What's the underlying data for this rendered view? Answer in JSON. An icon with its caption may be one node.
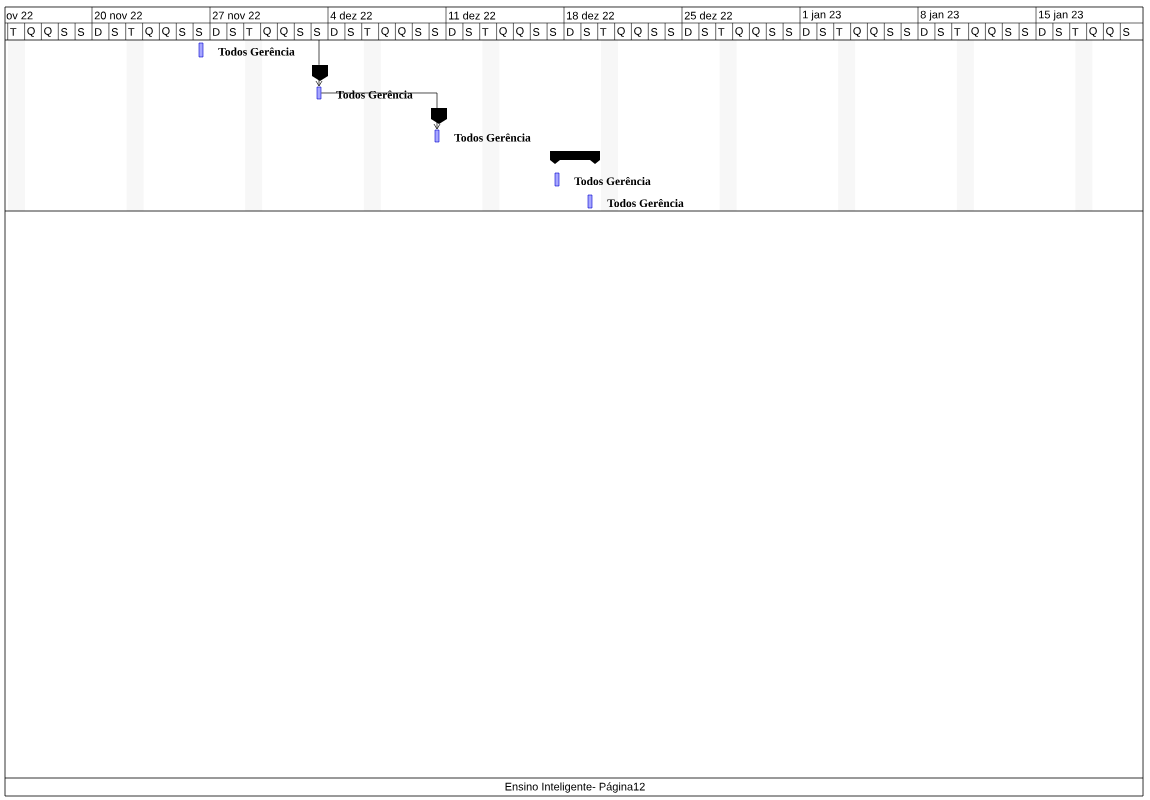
{
  "diagram": {
    "caption": "Ensino Inteligente- Página12",
    "nodes": [
      {
        "text": [],
        "shape": "bar",
        "beside": [
          "Todos Gerência"
        ]
      },
      {
        "text": [],
        "shape": "bar"
      },
      {
        "text": [],
        "shape": "bar",
        "beside": [
          "Todos Gerência"
        ]
      },
      {
        "text": [],
        "shape": "bar"
      },
      {
        "text": [],
        "shape": "bar",
        "beside": [
          "Todos Gerência"
        ]
      },
      {
        "text": [],
        "shape": "bar"
      },
      {
        "text": [],
        "shape": "bar",
        "beside": [
          "Todos Gerência"
        ]
      },
      {
        "text": [],
        "shape": "bar",
        "beside": [
          "Todos Gerência"
        ]
      }
    ],
    "edges": [
      {
        "from": 1,
        "to": 2,
        "arrow": "to"
      },
      {
        "from": 2,
        "to": 4,
        "arrow": "to"
      }
    ],
    "labels": [
      "ov 22",
      "20 nov 22",
      "27 nov 22",
      "4 dez 22",
      "11 dez 22",
      "18 dez 22",
      "25 dez 22",
      "1 jan 23",
      "8 jan 23",
      "15 jan 23",
      "T",
      "Q",
      "Q",
      "S",
      "S",
      "D",
      "S",
      "T",
      "Q",
      "Q",
      "S",
      "S",
      "D",
      "S",
      "T",
      "Q",
      "Q",
      "S",
      "S",
      "D",
      "S",
      "T",
      "Q",
      "Q",
      "S",
      "S",
      "D",
      "S",
      "T",
      "Q",
      "Q",
      "S",
      "S",
      "D",
      "S",
      "T",
      "Q",
      "Q",
      "S",
      "S",
      "D",
      "S",
      "T",
      "Q",
      "Q",
      "S",
      "S",
      "D",
      "S",
      "T",
      "Q",
      "Q",
      "S",
      "S",
      "D",
      "S",
      "T",
      "Q",
      "Q",
      "S",
      "S",
      "D",
      "S",
      "T",
      "Q",
      "Q",
      "S"
    ]
  }
}
